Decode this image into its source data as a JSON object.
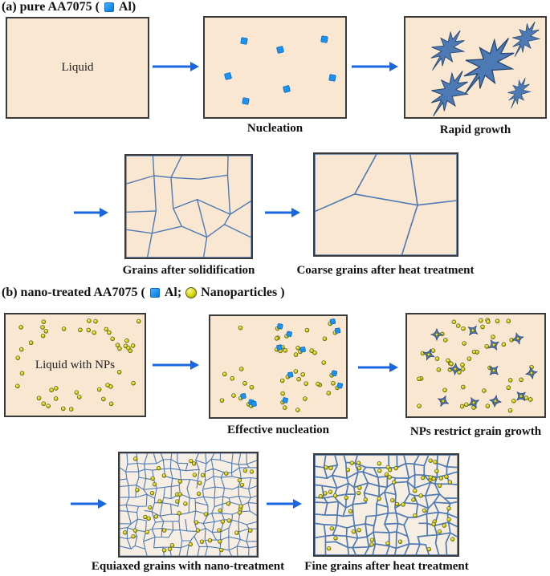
{
  "section_a": {
    "title_prefix": "(a) pure AA7075  (",
    "legend_al_label": "Al)",
    "liquid_label": "Liquid",
    "caption_nucleation": "Nucleation",
    "caption_rapid_growth": "Rapid growth",
    "caption_grains": "Grains after solidification",
    "caption_coarse": "Coarse grains after heat treatment"
  },
  "section_b": {
    "title_prefix": "(b) nano-treated AA7075 (",
    "legend_al_label": "Al;",
    "legend_np_label": "Nanoparticles )",
    "liquid_label": "Liquid with NPs",
    "caption_nucleation": "Effective nucleation",
    "caption_restrict": "NPs restrict grain growth",
    "caption_equiaxed": "Equiaxed grains with nano-treatment",
    "caption_fine": "Fine grains after heat treatment"
  },
  "colors": {
    "box_fill": "#fae7d2",
    "fine_box_fill": "#f6eee2",
    "box_border": "#3a3a3a",
    "grain_line": "#4d79b5",
    "arrow": "#1a66e0",
    "al_square": "#1c93f0",
    "nanoparticle": "#d9d400",
    "dendrite": "#4d79b5"
  },
  "counts": {
    "nucleation_sites": 7,
    "dendrites": 5,
    "np_in_liquid": 44,
    "np_effective_nucleation": 46,
    "al_effective_nucleation": 13,
    "np_restrict": 50,
    "stars_restrict": 12
  }
}
